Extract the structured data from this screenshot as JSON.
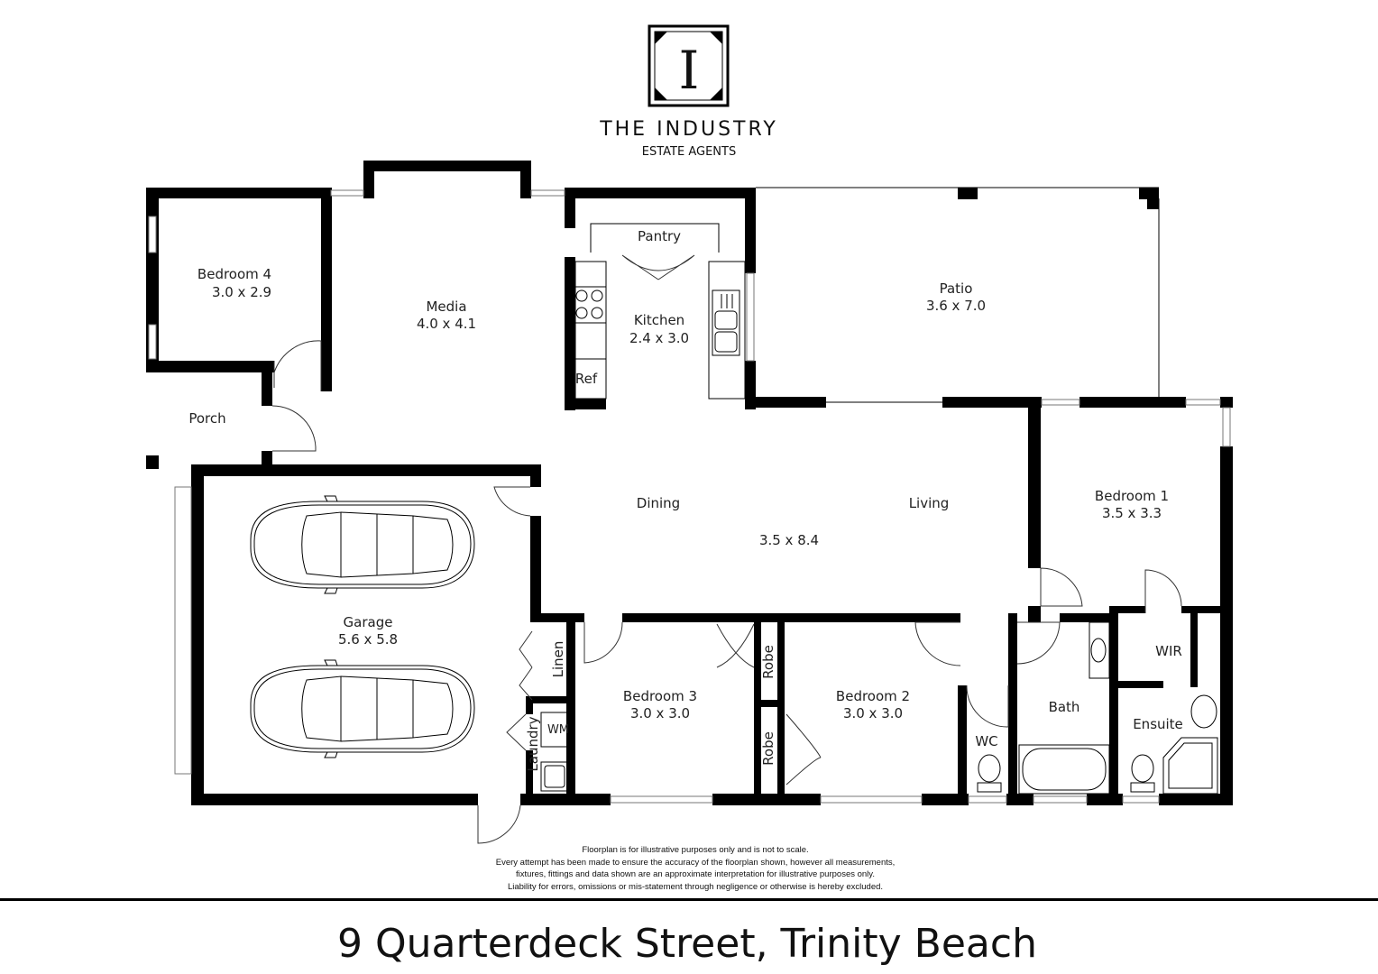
{
  "brand": {
    "monogram": "I",
    "name": "THE INDUSTRY",
    "subtitle": "ESTATE AGENTS"
  },
  "rooms": {
    "bedroom4": {
      "name": "Bedroom 4",
      "size": "3.0 x 2.9"
    },
    "media": {
      "name": "Media",
      "size": "4.0 x 4.1"
    },
    "pantry": {
      "name": "Pantry"
    },
    "kitchen": {
      "name": "Kitchen",
      "size": "2.4 x 3.0"
    },
    "ref": {
      "name": "Ref"
    },
    "patio": {
      "name": "Patio",
      "size": "3.6 x 7.0"
    },
    "porch": {
      "name": "Porch"
    },
    "dining": {
      "name": "Dining"
    },
    "living": {
      "name": "Living"
    },
    "dining_living_size": "3.5 x 8.4",
    "bedroom1": {
      "name": "Bedroom 1",
      "size": "3.5 x 3.3"
    },
    "garage": {
      "name": "Garage",
      "size": "5.6 x 5.8"
    },
    "linen": {
      "name": "Linen"
    },
    "laundry": {
      "name": "Laundry"
    },
    "wm": {
      "name": "WM"
    },
    "bedroom3": {
      "name": "Bedroom 3",
      "size": "3.0 x 3.0"
    },
    "robe_upper": {
      "name": "Robe"
    },
    "robe_lower": {
      "name": "Robe"
    },
    "bedroom2": {
      "name": "Bedroom 2",
      "size": "3.0 x 3.0"
    },
    "wc": {
      "name": "WC"
    },
    "bath": {
      "name": "Bath"
    },
    "wir": {
      "name": "WIR"
    },
    "ensuite": {
      "name": "Ensuite"
    }
  },
  "disclaimer": [
    "Floorplan is for illustrative purposes only and is not to scale.",
    "Every attempt has been made to ensure the accuracy of the floorplan shown, however all measurements,",
    "fixtures, fittings and data shown are an approximate interpretation for illustrative purposes only.",
    "Liability for errors, omissions or mis-statement through negligence or otherwise is hereby excluded."
  ],
  "address": "9 Quarterdeck Street, Trinity Beach"
}
